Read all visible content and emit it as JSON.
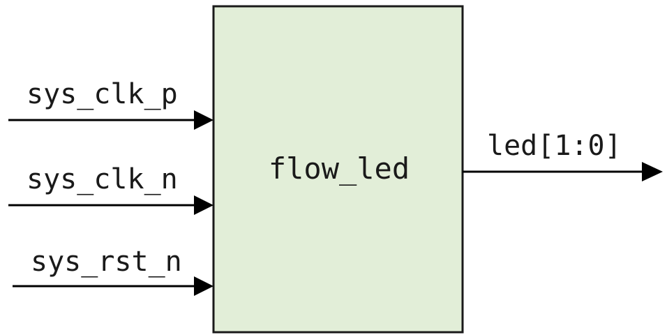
{
  "block": {
    "name": "flow_led",
    "fill": "#e2eed8",
    "stroke": "#1a1a1a"
  },
  "inputs": [
    {
      "label": "sys_clk_p"
    },
    {
      "label": "sys_clk_n"
    },
    {
      "label": "sys_rst_n"
    }
  ],
  "outputs": [
    {
      "label": "led[1:0]"
    }
  ]
}
